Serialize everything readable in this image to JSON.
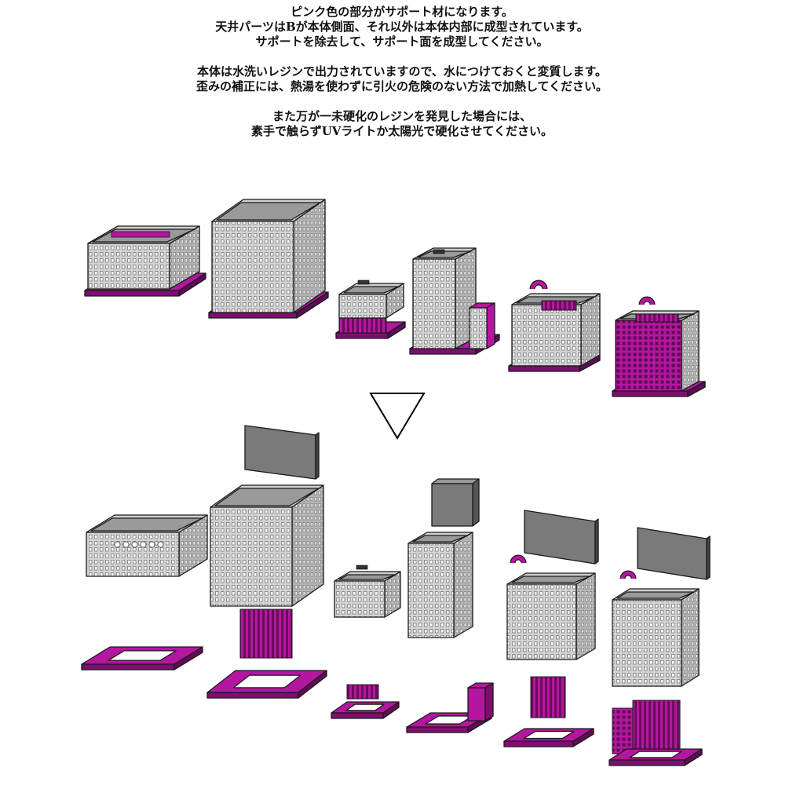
{
  "instructions": {
    "paragraph1": [
      "ピンク色の部分がサポート材になります。",
      "天井パーツはBが本体側面、それ以外は本体内部に成型されています。",
      "サポートを除去して、サポート面を成型してください。"
    ],
    "paragraph2": [
      "本体は水洗いレジンで出力されていますので、水につけておくと変質します。",
      "歪みの補正には、熱湯を使わずに引火の危険のない方法で加熱してください。"
    ],
    "paragraph3": [
      "また万が一未硬化のレジンを発見した場合には、",
      "素手で触らずUVライトか太陽光で硬化させてください。"
    ]
  },
  "colors": {
    "support": "#b4169f",
    "resin": "#d3d3d3",
    "resin_dark": "#9a9a9a",
    "outline": "#1a1a1a",
    "panel": "#7a7a7a",
    "background": "#ffffff"
  },
  "icons": {
    "arrow": "down-triangle-icon"
  },
  "before": [
    {
      "id": "b1",
      "kind": "low-frame"
    },
    {
      "id": "b2",
      "kind": "large-cube"
    },
    {
      "id": "b3",
      "kind": "small-box"
    },
    {
      "id": "b4",
      "kind": "tower-with-side-part"
    },
    {
      "id": "b5",
      "kind": "building-with-ring"
    },
    {
      "id": "b6",
      "kind": "building-with-ring-and-pink-facade"
    }
  ],
  "after": [
    {
      "id": "a1",
      "kind": "low-frame",
      "support": "frame-base"
    },
    {
      "id": "a2",
      "kind": "large-cube",
      "roof": true,
      "support": "base-with-comb"
    },
    {
      "id": "a3",
      "kind": "small-box",
      "support": "small-base"
    },
    {
      "id": "a4",
      "kind": "tower",
      "roof": true,
      "support": "base-with-side-tower"
    },
    {
      "id": "a5",
      "kind": "building",
      "roof": true,
      "ring": true,
      "support": "base-with-comb"
    },
    {
      "id": "a6",
      "kind": "building",
      "roof": true,
      "ring": true,
      "support": "base-with-grid"
    }
  ]
}
